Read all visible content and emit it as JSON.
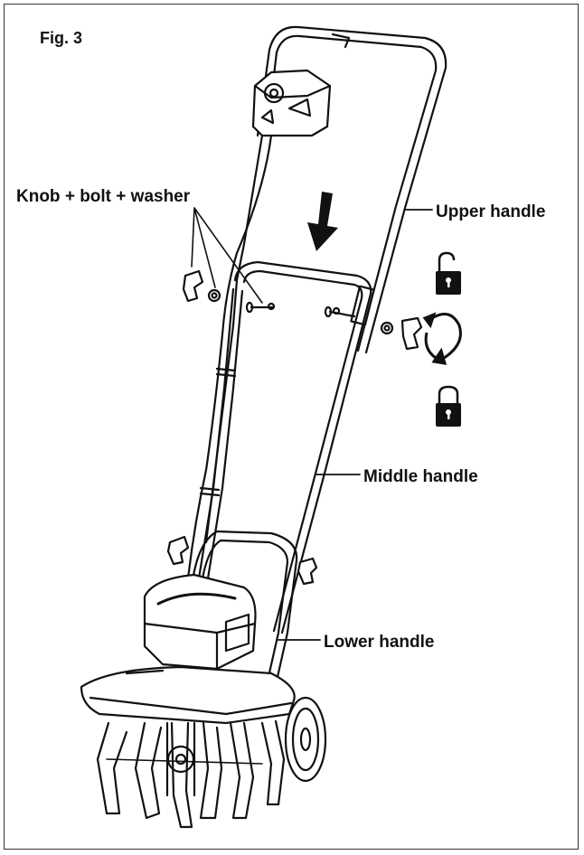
{
  "figure": {
    "label": "Fig. 3"
  },
  "labels": {
    "knob_bolt_washer": "Knob + bolt + washer",
    "upper_handle": "Upper handle",
    "middle_handle": "Middle handle",
    "lower_handle": "Lower handle"
  },
  "icons": {
    "unlock": "unlocked-padlock-icon",
    "lock": "locked-padlock-icon",
    "rotate": "rotate-arrows-icon",
    "direction": "down-arrow-icon"
  },
  "colors": {
    "line": "#111111",
    "background": "#ffffff"
  }
}
